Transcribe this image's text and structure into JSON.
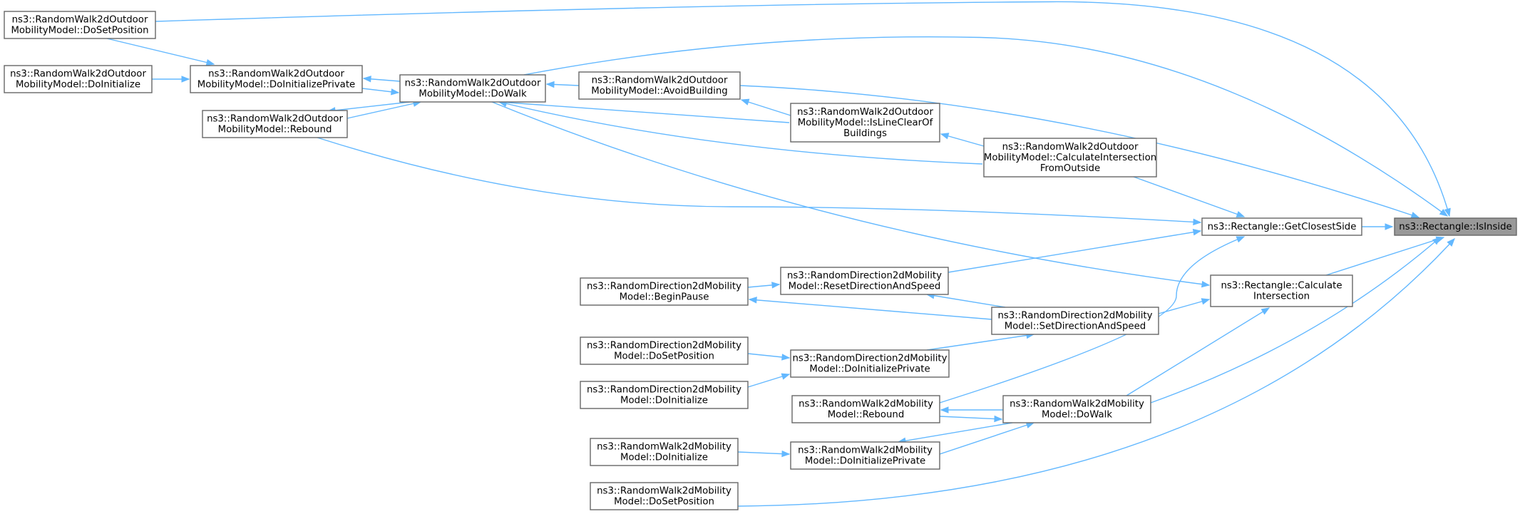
{
  "nodes": [
    {
      "id": "isinside",
      "lines": [
        "ns3::Rectangle::IsInside"
      ],
      "root": true
    },
    {
      "id": "getclosestside",
      "lines": [
        "ns3::Rectangle::GetClosestSide"
      ]
    },
    {
      "id": "calcint",
      "lines": [
        "ns3::Rectangle::Calculate",
        "Intersection"
      ]
    },
    {
      "id": "out_dosetposition",
      "lines": [
        "ns3::RandomWalk2dOutdoor",
        "MobilityModel::DoSetPosition"
      ]
    },
    {
      "id": "out_doinitialize",
      "lines": [
        "ns3::RandomWalk2dOutdoor",
        "MobilityModel::DoInitialize"
      ]
    },
    {
      "id": "out_doinitprivate",
      "lines": [
        "ns3::RandomWalk2dOutdoor",
        "MobilityModel::DoInitializePrivate"
      ]
    },
    {
      "id": "out_rebound",
      "lines": [
        "ns3::RandomWalk2dOutdoor",
        "MobilityModel::Rebound"
      ]
    },
    {
      "id": "out_dowalk",
      "lines": [
        "ns3::RandomWalk2dOutdoor",
        "MobilityModel::DoWalk"
      ]
    },
    {
      "id": "out_avoidbuilding",
      "lines": [
        "ns3::RandomWalk2dOutdoor",
        "MobilityModel::AvoidBuilding"
      ]
    },
    {
      "id": "out_islineclear",
      "lines": [
        "ns3::RandomWalk2dOutdoor",
        "MobilityModel::IsLineClearOf",
        "Buildings"
      ]
    },
    {
      "id": "out_calcintoutside",
      "lines": [
        "ns3::RandomWalk2dOutdoor",
        "MobilityModel::CalculateIntersection",
        "FromOutside"
      ]
    },
    {
      "id": "dir_beginpause",
      "lines": [
        "ns3::RandomDirection2dMobility",
        "Model::BeginPause"
      ]
    },
    {
      "id": "dir_resetdir",
      "lines": [
        "ns3::RandomDirection2dMobility",
        "Model::ResetDirectionAndSpeed"
      ]
    },
    {
      "id": "dir_setdir",
      "lines": [
        "ns3::RandomDirection2dMobility",
        "Model::SetDirectionAndSpeed"
      ]
    },
    {
      "id": "dir_dosetposition",
      "lines": [
        "ns3::RandomDirection2dMobility",
        "Model::DoSetPosition"
      ]
    },
    {
      "id": "dir_doinitprivate",
      "lines": [
        "ns3::RandomDirection2dMobility",
        "Model::DoInitializePrivate"
      ]
    },
    {
      "id": "dir_doinitialize",
      "lines": [
        "ns3::RandomDirection2dMobility",
        "Model::DoInitialize"
      ]
    },
    {
      "id": "rw_rebound",
      "lines": [
        "ns3::RandomWalk2dMobility",
        "Model::Rebound"
      ]
    },
    {
      "id": "rw_dowalk",
      "lines": [
        "ns3::RandomWalk2dMobility",
        "Model::DoWalk"
      ]
    },
    {
      "id": "rw_doinitialize",
      "lines": [
        "ns3::RandomWalk2dMobility",
        "Model::DoInitialize"
      ]
    },
    {
      "id": "rw_doinitprivate",
      "lines": [
        "ns3::RandomWalk2dMobility",
        "Model::DoInitializePrivate"
      ]
    },
    {
      "id": "rw_dosetposition",
      "lines": [
        "ns3::RandomWalk2dMobility",
        "Model::DoSetPosition"
      ]
    }
  ],
  "edges": [
    {
      "from": "getclosestside",
      "to": "isinside"
    },
    {
      "from": "calcint",
      "to": "isinside"
    },
    {
      "from": "out_dosetposition",
      "to": "isinside"
    },
    {
      "from": "out_dowalk",
      "to": "isinside"
    },
    {
      "from": "out_avoidbuilding",
      "to": "isinside"
    },
    {
      "from": "rw_dowalk",
      "to": "isinside"
    },
    {
      "from": "rw_dosetposition",
      "to": "isinside"
    },
    {
      "from": "out_calcintoutside",
      "to": "getclosestside"
    },
    {
      "from": "out_rebound",
      "to": "getclosestside"
    },
    {
      "from": "dir_resetdir",
      "to": "getclosestside"
    },
    {
      "from": "rw_rebound",
      "to": "getclosestside"
    },
    {
      "from": "out_dowalk",
      "to": "calcint"
    },
    {
      "from": "dir_setdir",
      "to": "calcint"
    },
    {
      "from": "rw_dowalk",
      "to": "calcint"
    },
    {
      "from": "out_dosetposition",
      "to": "out_doinitprivate"
    },
    {
      "from": "out_doinitialize",
      "to": "out_doinitprivate"
    },
    {
      "from": "out_dowalk",
      "to": "out_doinitprivate"
    },
    {
      "from": "out_doinitprivate",
      "to": "out_dowalk"
    },
    {
      "from": "out_rebound",
      "to": "out_dowalk"
    },
    {
      "from": "out_avoidbuilding",
      "to": "out_dowalk"
    },
    {
      "from": "out_dowalk",
      "to": "out_rebound"
    },
    {
      "from": "out_islineclear",
      "to": "out_avoidbuilding"
    },
    {
      "from": "out_calcintoutside",
      "to": "out_islineclear"
    },
    {
      "from": "out_islineclear",
      "to": "out_dowalk"
    },
    {
      "from": "out_calcintoutside",
      "to": "out_dowalk"
    },
    {
      "from": "dir_beginpause",
      "to": "dir_resetdir"
    },
    {
      "from": "dir_setdir",
      "to": "dir_resetdir"
    },
    {
      "from": "dir_setdir",
      "to": "dir_beginpause"
    },
    {
      "from": "dir_doinitprivate",
      "to": "dir_setdir"
    },
    {
      "from": "dir_dosetposition",
      "to": "dir_doinitprivate"
    },
    {
      "from": "dir_doinitialize",
      "to": "dir_doinitprivate"
    },
    {
      "from": "rw_dowalk",
      "to": "rw_rebound"
    },
    {
      "from": "rw_rebound",
      "to": "rw_dowalk"
    },
    {
      "from": "rw_doinitprivate",
      "to": "rw_dowalk"
    },
    {
      "from": "rw_dowalk",
      "to": "rw_doinitprivate"
    },
    {
      "from": "rw_doinitialize",
      "to": "rw_doinitprivate"
    }
  ],
  "colors": {
    "edge": "#63b8ff",
    "border": "#666666",
    "root_fill": "#999999",
    "text": "#000000"
  }
}
